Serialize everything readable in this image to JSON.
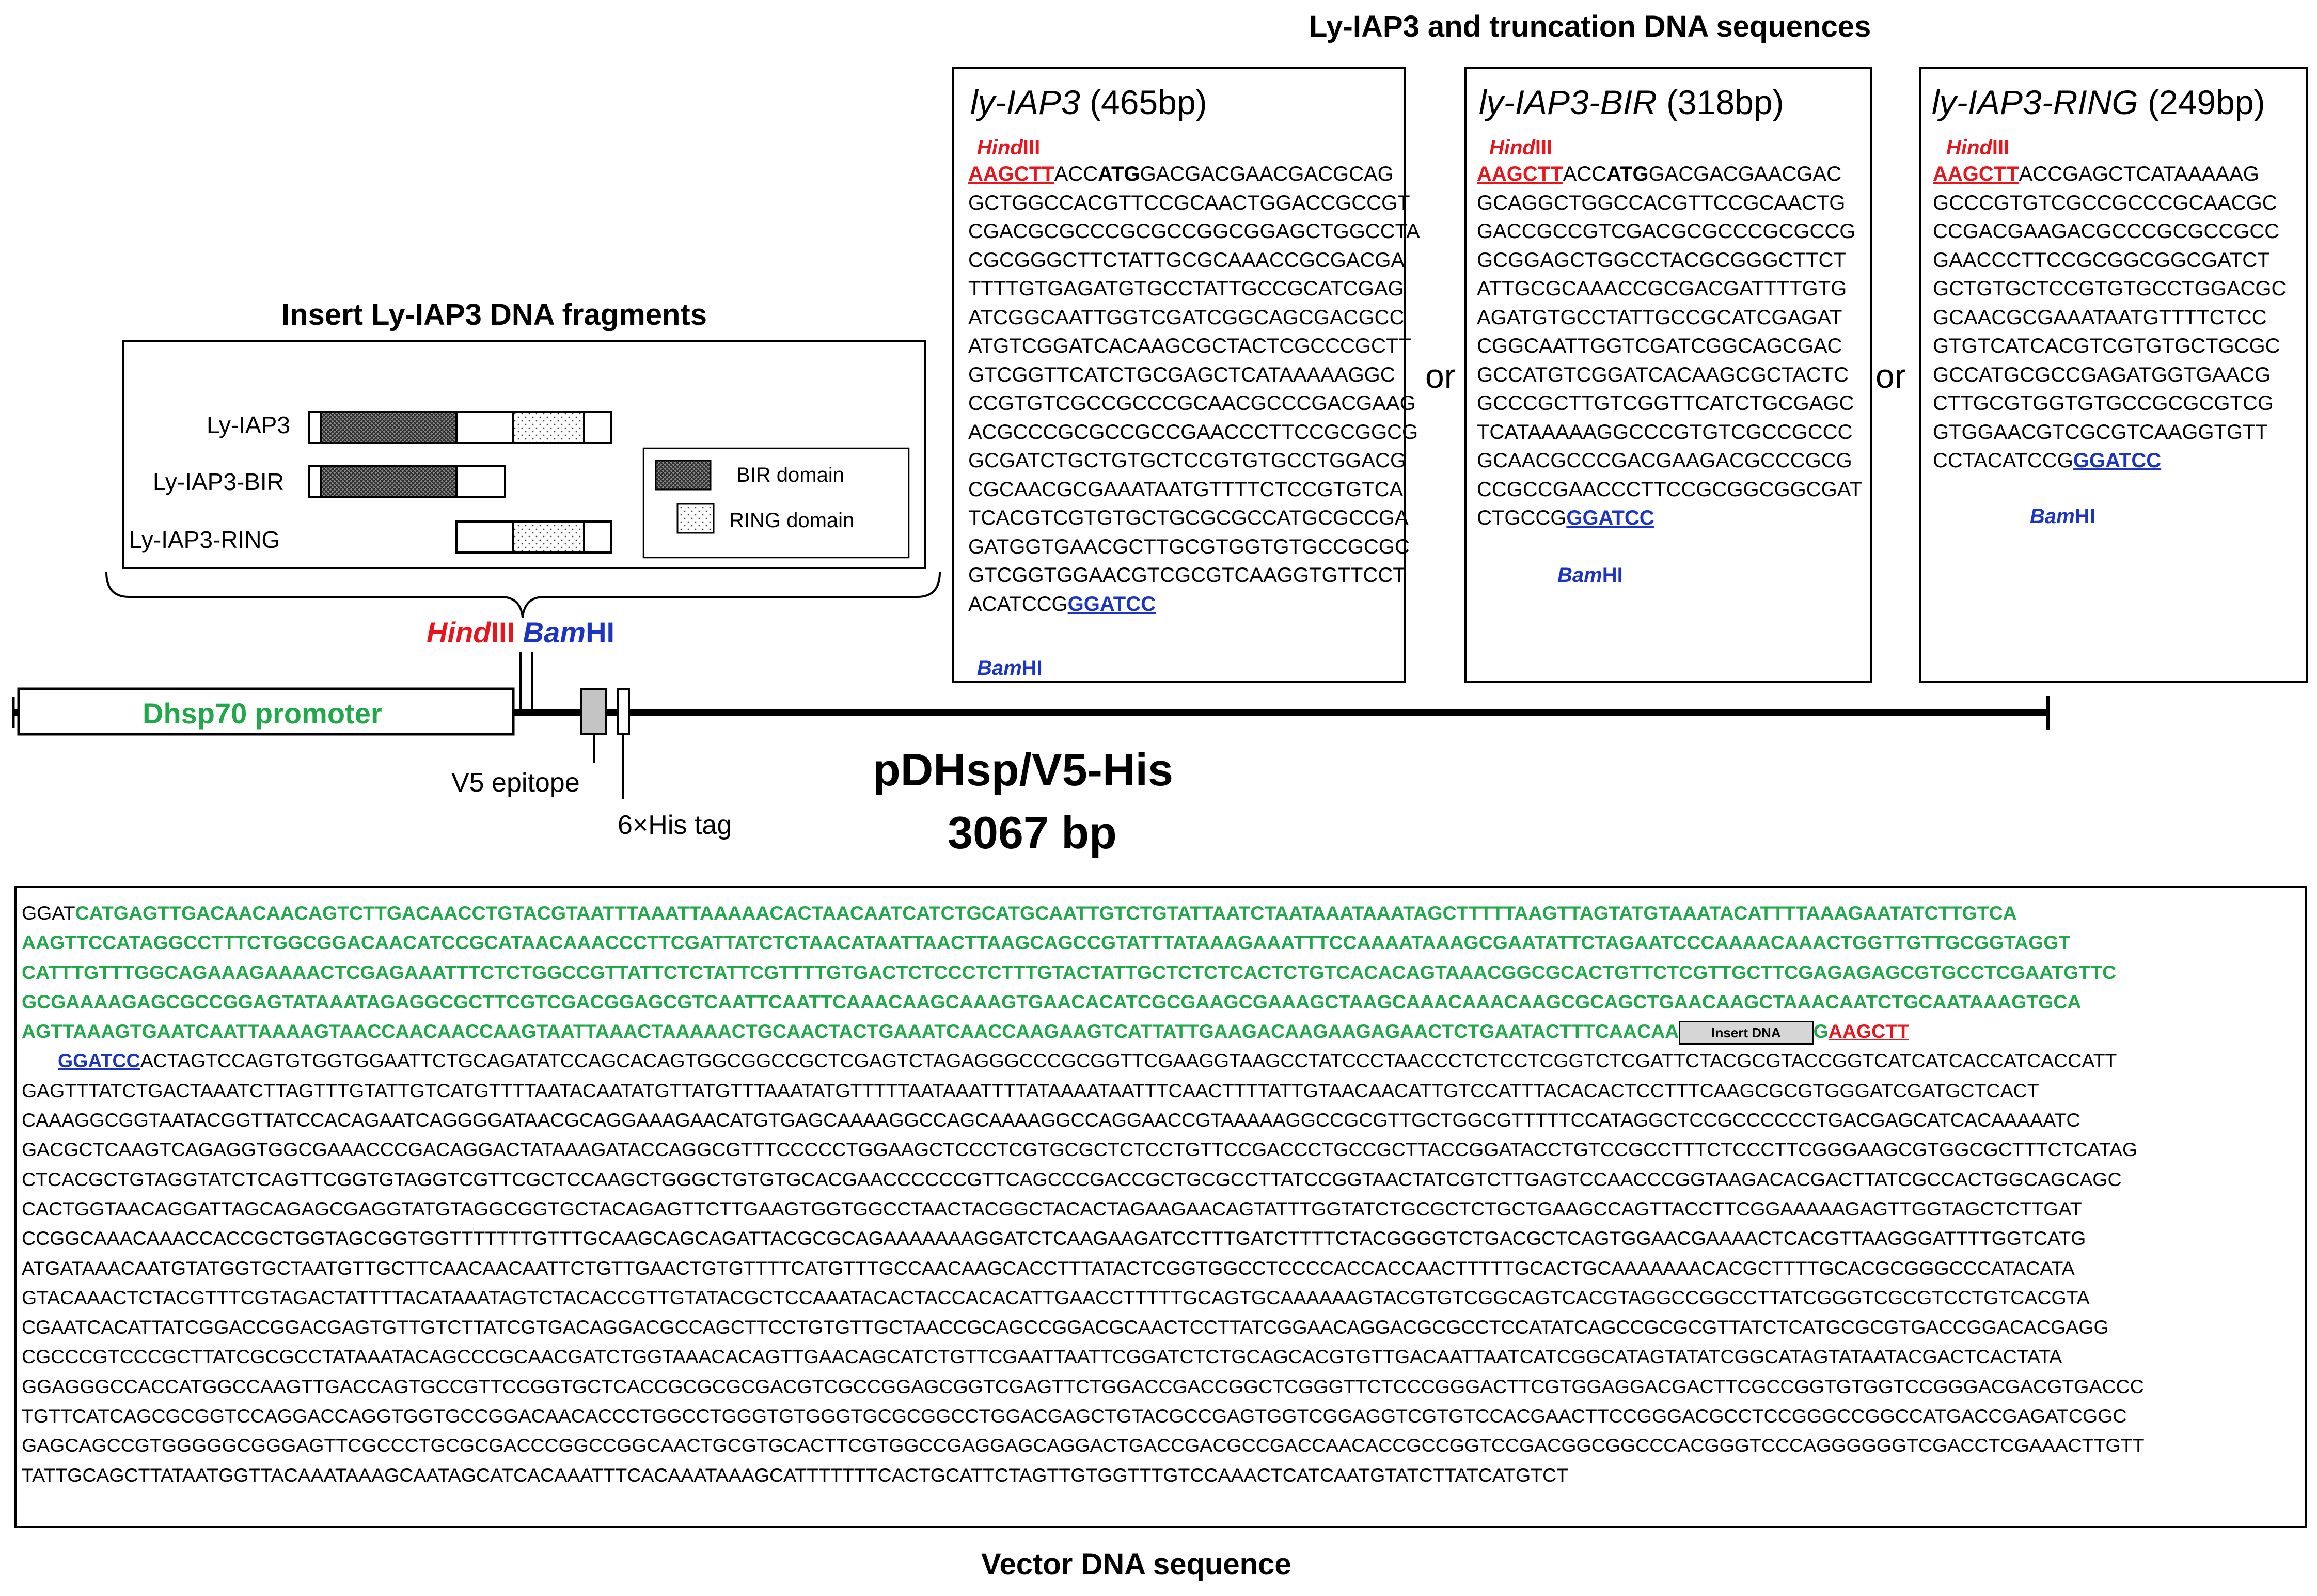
{
  "top_title": "Ly-IAP3 and truncation DNA sequences",
  "insert_title": "Insert Ly-IAP3 DNA fragments",
  "vector_title": "Vector DNA sequence",
  "plasmid": {
    "name": "pDHsp/V5-His",
    "size": "3067 bp"
  },
  "promoter_label": "Dhsp70 promoter",
  "v5_label": "V5 epitope",
  "his_label": "6×His tag",
  "sites": {
    "hind_italic": "Hind",
    "hind_roman": "III",
    "bam_italic": "Bam",
    "bam_roman": "HI"
  },
  "or_word": "or",
  "fragments": {
    "labels": [
      "Ly-IAP3",
      "Ly-IAP3-BIR",
      "Ly-IAP3-RING"
    ],
    "legend": {
      "bir": "BIR domain",
      "ring": "RING domain"
    }
  },
  "seq_boxes": [
    {
      "name_italic": "ly-IAP3",
      "length": "(465bp)",
      "first_line": {
        "site": "AAGCTT",
        "pre": "ACC",
        "start": "ATG",
        "rest": "GACGACGAACGACGCAG"
      },
      "lines": [
        "GCTGGCCACGTTCCGCAACTGGACCGCCGT",
        "CGACGCGCCCGCGCCGGCGGAGCTGGCCTA",
        "CGCGGGCTTCTATTGCGCAAACCGCGACGA",
        "TTTTGTGAGATGTGCCTATTGCCGCATCGAG",
        "ATCGGCAATTGGTCGATCGGCAGCGACGCC",
        "ATGTCGGATCACAAGCGCTACTCGCCCGCTT",
        "GTCGGTTCATCTGCGAGCTCATAAAAAGGC",
        "CCGTGTCGCCGCCCGCAACGCCCGACGAAG",
        "ACGCCCGCGCCGCCGAACCCTTCCGCGGCG",
        "GCGATCTGCTGTGCTCCGTGTGCCTGGACG",
        "CGCAACGCGAAATAATGTTTTCTCCGTGTCA",
        "TCACGTCGTGTGCTGCGCGCCATGCGCCGA",
        "GATGGTGAACGCTTGCGTGGTGTGCCGCGC",
        "GTCGGTGGAACGTCGCGTCAAGGTGTTCCT"
      ],
      "last_line": {
        "pre": "ACATCCG",
        "site": "GGATCC"
      }
    },
    {
      "name_italic": "ly-IAP3-BIR",
      "length": "(318bp)",
      "first_line": {
        "site": "AAGCTT",
        "pre": "ACC",
        "start": "ATG",
        "rest": "GACGACGAACGAC"
      },
      "lines": [
        "GCAGGCTGGCCACGTTCCGCAACTG",
        "GACCGCCGTCGACGCGCCCGCGCCG",
        "GCGGAGCTGGCCTACGCGGGCTTCT",
        "ATTGCGCAAACCGCGACGATTTTGTG",
        "AGATGTGCCTATTGCCGCATCGAGAT",
        "CGGCAATTGGTCGATCGGCAGCGAC",
        "GCCATGTCGGATCACAAGCGCTACTC",
        "GCCCGCTTGTCGGTTCATCTGCGAGC",
        "TCATAAAAAGGCCCGTGTCGCCGCCC",
        "GCAACGCCCGACGAAGACGCCCGCG",
        "CCGCCGAACCCTTCCGCGGCGGCGAT"
      ],
      "last_line": {
        "pre": "CTGCCG",
        "site": "GGATCC"
      }
    },
    {
      "name_italic": "ly-IAP3-RING",
      "length": "(249bp)",
      "first_line": {
        "site": "AAGCTT",
        "pre": "ACCGAGCTCATAAAAAG",
        "start": "",
        "rest": ""
      },
      "lines": [
        "GCCCGTGTCGCCGCCCGCAACGC",
        "CCGACGAAGACGCCCGCGCCGCC",
        "GAACCCTTCCGCGGCGGCGATCT",
        "GCTGTGCTCCGTGTGCCTGGACGC",
        "GCAACGCGAAATAATGTTTTCTCC",
        "GTGTCATCACGTCGTGTGCTGCGC",
        "GCCATGCGCCGAGATGGTGAACG",
        "CTTGCGTGGTGTGCCGCGCGTCG",
        "GTGGAACGTCGCGTCAAGGTGTT"
      ],
      "last_line": {
        "pre": "CCTACATCCG",
        "site": "GGATCC"
      }
    }
  ],
  "vector": {
    "line1_black": "GGAT",
    "line1_green": "CATGAGTTGACAACAACAGTCTTGACAACCTGTACGTAATTTAAATTAAAAACACTAACAATCATCTGCATGCAATTGTCTGTATTAATCTAATAAATAAATAGCTTTTTAAGTTAGTATGTAAATACATTTTAAAGAATATCTTGTCA",
    "green_lines": [
      "AAGTTCCATAGGCCTTTCTGGCGGACAACATCCGCATAACAAACCCTTCGATTATCTCTAACATAATTAACTTAAGCAGCCGTATTTATAAAGAAATTTCCAAAATAAAGCGAATATTCTAGAATCCCAAAACAAACTGGTTGTTGCGGTAGGT",
      "CATTTGTTTGGCAGAAAGAAAACTCGAGAAATTTCTCTGGCCGTTATTCTCTATTCGTTTTGTGACTCTCCCTCTTTGTACTATTGCTCTCTCACTCTGTCACACAGTAAACGGCGCACTGTTCTCGTTGCTTCGAGAGAGCGTGCCTCGAATGTTC",
      "GCGAAAAGAGCGCCGGAGTATAAATAGAGGCGCTTCGTCGACGGAGCGTCAATTCAATTCAAACAAGCAAAGTGAACACATCGCGAAGCGAAAGCTAAGCAAACAAACAAGCGCAGCTGAACAAGCTAAACAATCTGCAATAAAGTGCA"
    ],
    "line5_green": "AGTTAAAGTGAATCAATTAAAAGTAACCAACAACCAAGTAATTAAACTAAAAACTGCAACTACTGAAATCAACCAAGAAGTCATTATTGAAGACAAGAAGAGAACTCTGAATACTTTCAACAA",
    "insert_label": "Insert DNA",
    "line5_tail_green": "G",
    "hind_site": "AAGCTT",
    "bam_site": "GGATCC",
    "line6_rest": "ACTAGTCCAGTGTGGTGGAATTCTGCAGATATCCAGCACAGTGGCGGCCGCTCGAGTCTAGAGGGCCCGCGGTTCGAAGGTAAGCCTATCCCTAACCCTCTCCTCGGTCTCGATTCTACGCGTACCGGTCATCATCACCATCACCATT",
    "black_lines": [
      "GAGTTTATCTGACTAAATCTTAGTTTGTATTGTCATGTTTTAATACAATATGTTATGTTTAAATATGTTTTTAATAAATTTTATAAAATAATTTCAACTTTTATTGTAACAACATTGTCCATTTACACACTCCTTTCAAGCGCGTGGGATCGATGCTCACT",
      "CAAAGGCGGTAATACGGTTATCCACAGAATCAGGGGATAACGCAGGAAAGAACATGTGAGCAAAAGGCCAGCAAAAGGCCAGGAACCGTAAAAAGGCCGCGTTGCTGGCGTTTTTCCATAGGCTCCGCCCCCCTGACGAGCATCACAAAAATC",
      "GACGCTCAAGTCAGAGGTGGCGAAACCCGACAGGACTATAAAGATACCAGGCGTTTCCCCCTGGAAGCTCCCTCGTGCGCTCTCCTGTTCCGACCCTGCCGCTTACCGGATACCTGTCCGCCTTTCTCCCTTCGGGAAGCGTGGCGCTTTCTCATAG",
      "CTCACGCTGTAGGTATCTCAGTTCGGTGTAGGTCGTTCGCTCCAAGCTGGGCTGTGTGCACGAACCCCCCGTTCAGCCCGACCGCTGCGCCTTATCCGGTAACTATCGTCTTGAGTCCAACCCGGTAAGACACGACTTATCGCCACTGGCAGCAGC",
      "CACTGGTAACAGGATTAGCAGAGCGAGGTATGTAGGCGGTGCTACAGAGTTCTTGAAGTGGTGGCCTAACTACGGCTACACTAGAAGAACAGTATTTGGTATCTGCGCTCTGCTGAAGCCAGTTACCTTCGGAAAAAGAGTTGGTAGCTCTTGAT",
      "CCGGCAAACAAACCACCGCTGGTAGCGGTGGTTTTTTTGTTTGCAAGCAGCAGATTACGCGCAGAAAAAAAGGATCTCAAGAAGATCCTTTGATCTTTTCTACGGGGTCTGACGCTCAGTGGAACGAAAACTCACGTTAAGGGATTTTGGTCATG",
      "ATGATAAACAATGTATGGTGCTAATGTTGCTTCAACAACAATTCTGTTGAACTGTGTTTTCATGTTTGCCAACAAGCACCTTTATACTCGGTGGCCTCCCCACCACCAACTTTTTGCACTGCAAAAAAACACGCTTTTGCACGCGGGCCCATACATA",
      "GTACAAACTCTACGTTTCGTAGACTATTTTACATAAATAGTCTACACCGTTGTATACGCTCCAAATACACTACCACACATTGAACCTTTTTGCAGTGCAAAAAAGTACGTGTCGGCAGTCACGTAGGCCGGCCTTATCGGGTCGCGTCCTGTCACGTA",
      "CGAATCACATTATCGGACCGGACGAGTGTTGTCTTATCGTGACAGGACGCCAGCTTCCTGTGTTGCTAACCGCAGCCGGACGCAACTCCTTATCGGAACAGGACGCGCCTCCATATCAGCCGCGCGTTATCTCATGCGCGTGACCGGACACGAGG",
      "CGCCCGTCCCGCTTATCGCGCCTATAAATACAGCCCGCAACGATCTGGTAAACACAGTTGAACAGCATCTGTTCGAATTAATTCGGATCTCTGCAGCACGTGTTGACAATTAATCATCGGCATAGTATATCGGCATAGTATAATACGACTCACTATA",
      "GGAGGGCCACCATGGCCAAGTTGACCAGTGCCGTTCCGGTGCTCACCGCGCGCGACGTCGCCGGAGCGGTCGAGTTCTGGACCGACCGGCTCGGGTTCTCCCGGGACTTCGTGGAGGACGACTTCGCCGGTGTGGTCCGGGACGACGTGACCC",
      "TGTTCATCAGCGCGGTCCAGGACCAGGTGGTGCCGGACAACACCCTGGCCTGGGTGTGGGTGCGCGGCCTGGACGAGCTGTACGCCGAGTGGTCGGAGGTCGTGTCCACGAACTTCCGGGACGCCTCCGGGCCGGCCATGACCGAGATCGGC",
      "GAGCAGCCGTGGGGGCGGGAGTTCGCCCTGCGCGACCCGGCCGGCAACTGCGTGCACTTCGTGGCCGAGGAGCAGGACTGACCGACGCCGACCAACACCGCCGGTCCGACGGCGGCCCACGGGTCCCAGGGGGGTCGACCTCGAAACTTGTT",
      "TATTGCAGCTTATAATGGTTACAAATAAAGCAATAGCATCACAAATTTCACAAATAAAGCATTTTTTTCACTGCATTCTAGTTGTGGTTTGTCCAAACTCATCAATGTATCTTATCATGTCT"
    ]
  }
}
